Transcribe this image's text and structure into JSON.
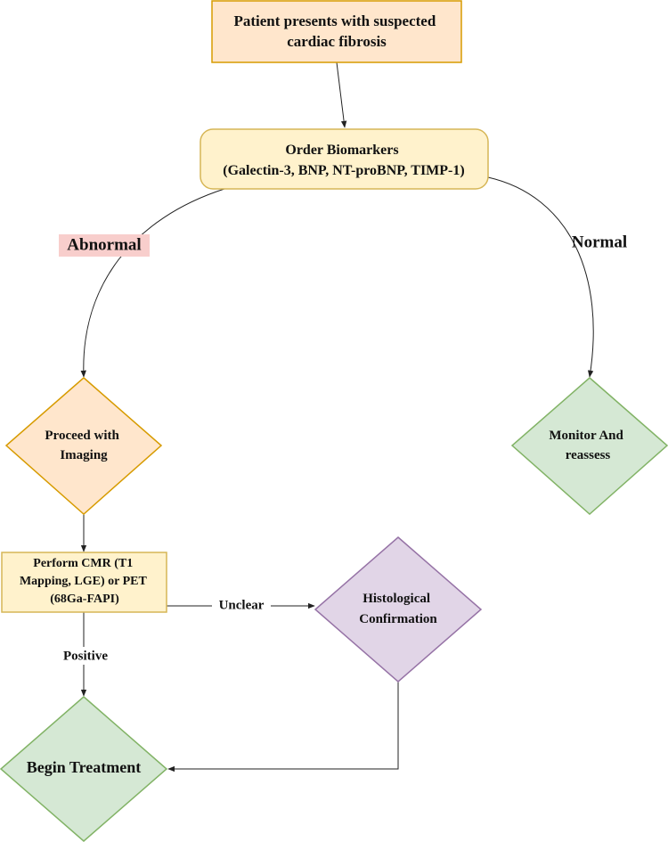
{
  "nodes": {
    "patient": {
      "lines": [
        "Patient presents with suspected",
        "cardiac fibrosis"
      ],
      "fill": "#ffe6cc",
      "stroke": "#d79b00"
    },
    "biomarkers": {
      "lines": [
        "Order Biomarkers",
        "(Galectin-3, BNP, NT-proBNP, TIMP-1)"
      ],
      "fill": "#fff2cc",
      "stroke": "#d6b656"
    },
    "imaging": {
      "lines": [
        "Proceed with",
        "Imaging"
      ],
      "fill": "#ffe6cc",
      "stroke": "#d79b00"
    },
    "monitor": {
      "lines": [
        "Monitor And",
        "reassess"
      ],
      "fill": "#d5e8d4",
      "stroke": "#82b366"
    },
    "cmr": {
      "lines": [
        "Perform CMR (T1",
        "Mapping, LGE) or PET",
        "(68Ga-FAPI)"
      ],
      "fill": "#fff2cc",
      "stroke": "#d6b656"
    },
    "histology": {
      "lines": [
        "Histological",
        "Confirmation"
      ],
      "fill": "#e1d5e7",
      "stroke": "#9673a6"
    },
    "treatment": {
      "lines": [
        "Begin Treatment"
      ],
      "fill": "#d5e8d4",
      "stroke": "#82b366"
    }
  },
  "edge_labels": {
    "abnormal": {
      "text": "Abnormal",
      "highlight": "#f8cecc"
    },
    "normal": {
      "text": "Normal"
    },
    "unclear": {
      "text": "Unclear"
    },
    "positive": {
      "text": "Positive"
    }
  }
}
